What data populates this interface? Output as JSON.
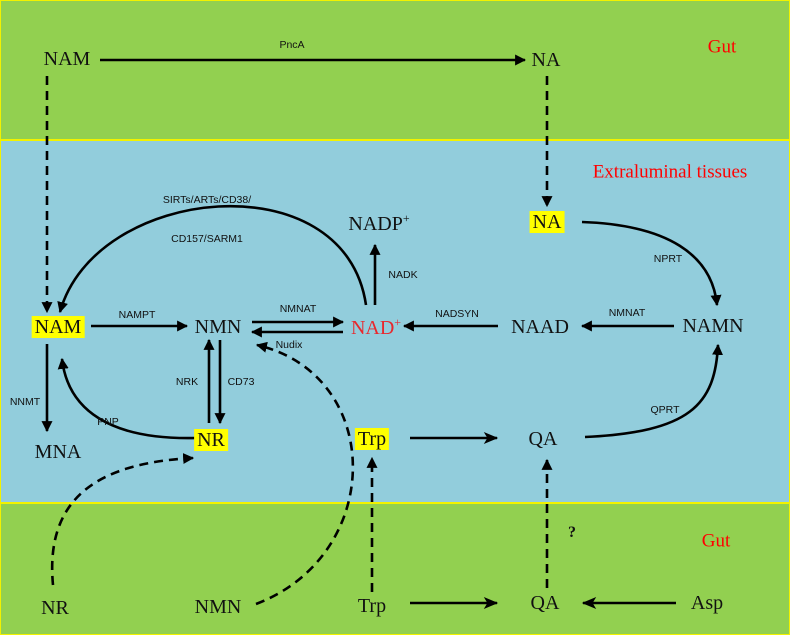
{
  "regions": {
    "gut_top": {
      "label": "Gut"
    },
    "extraluminal": {
      "label": "Extraluminal tissues"
    },
    "gut_bottom": {
      "label": "Gut"
    }
  },
  "metabolites": {
    "nam_gut": "NAM",
    "na_gut": "NA",
    "na": "NA",
    "nadp_main": "NADP",
    "nadp_sup": "+",
    "nam": "NAM",
    "nmn": "NMN",
    "nad_main": "NAD",
    "nad_sup": "+",
    "naad": "NAAD",
    "namn": "NAMN",
    "mna": "MNA",
    "nr": "NR",
    "trp": "Trp",
    "qa": "QA",
    "nr_gut": "NR",
    "nmn_gut": "NMN",
    "trp_gut": "Trp",
    "qa_gut": "QA",
    "asp_gut": "Asp"
  },
  "enzymes": {
    "pnca": "PncA",
    "sirts_1": "SIRTs/ARTs/CD38/",
    "sirts_2": "CD157/SARM1",
    "nadk": "NADK",
    "nprt": "NPRT",
    "nampt": "NAMPT",
    "nmnat_1": "NMNAT",
    "nudix": "Nudix",
    "nadsyn": "NADSYN",
    "nmnat_2": "NMNAT",
    "nnmt": "NNMT",
    "pnp": "PNP",
    "nrk": "NRK",
    "cd73": "CD73",
    "qprt": "QPRT",
    "unknown": "?"
  },
  "colors": {
    "gut": "#92d050",
    "extraluminal": "#92cddc",
    "region_border": "#f2f200",
    "highlight": "#ffff00",
    "title_red": "#ff0000",
    "nad_red": "#e8282d",
    "arrow": "#000000"
  }
}
